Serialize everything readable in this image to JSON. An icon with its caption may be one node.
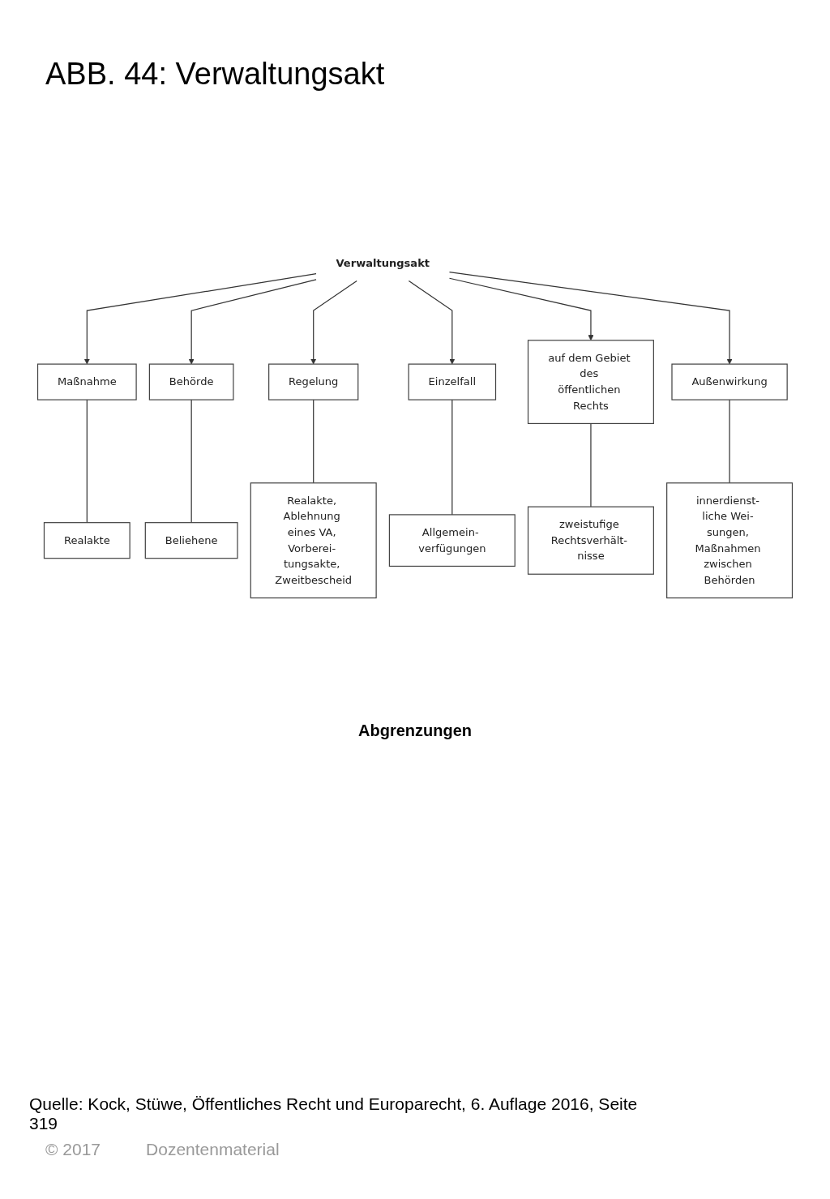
{
  "diagram": {
    "title": "ABB. 44: Verwaltungsakt",
    "caption": "Quelle: Kock, Stüwe, Öffentliches Recht und Europarecht, 6. Auflage 2016, Seite 319",
    "nodes": [
      {
        "text": [
          "Verwaltungsakt"
        ]
      },
      {
        "text": [
          "Maßnahme"
        ]
      },
      {
        "text": [
          "Behörde"
        ]
      },
      {
        "text": [
          "Regelung"
        ]
      },
      {
        "text": [
          "Einzelfall"
        ]
      },
      {
        "text": [
          "auf dem Gebiet des öffentlichen Rechts"
        ]
      },
      {
        "text": [
          "Außenwirkung"
        ]
      },
      {
        "text": [
          "Realakte"
        ]
      },
      {
        "text": [
          "Beliehene"
        ]
      },
      {
        "text": [
          "Realakte, Ablehnung eines VA, Vorberei- tungsakte, Zweitbescheid"
        ]
      },
      {
        "text": [
          "Allgemein- verfügungen"
        ]
      },
      {
        "text": [
          "zweistufige Rechtsverhält- nisse"
        ]
      },
      {
        "text": [
          "innerdienst- liche Wei- sungen, Maßnahmen zwischen Behörden"
        ]
      }
    ],
    "edges": [
      {
        "from": 0,
        "to": 1,
        "arrow": "to"
      },
      {
        "from": 0,
        "to": 2,
        "arrow": "to"
      },
      {
        "from": 0,
        "to": 3,
        "arrow": "to"
      },
      {
        "from": 0,
        "to": 4,
        "arrow": "to"
      },
      {
        "from": 0,
        "to": 5,
        "arrow": "to"
      },
      {
        "from": 0,
        "to": 6,
        "arrow": "to"
      },
      {
        "from": 1,
        "to": 7,
        "arrow": "none"
      },
      {
        "from": 2,
        "to": 8,
        "arrow": "none"
      },
      {
        "from": 3,
        "to": 9,
        "arrow": "none"
      },
      {
        "from": 4,
        "to": 10,
        "arrow": "none"
      },
      {
        "from": 5,
        "to": 11,
        "arrow": "none"
      },
      {
        "from": 6,
        "to": 12,
        "arrow": "none"
      }
    ],
    "labels": [
      "Abgrenzungen",
      "© 2017",
      "Dozentenmaterial"
    ]
  }
}
